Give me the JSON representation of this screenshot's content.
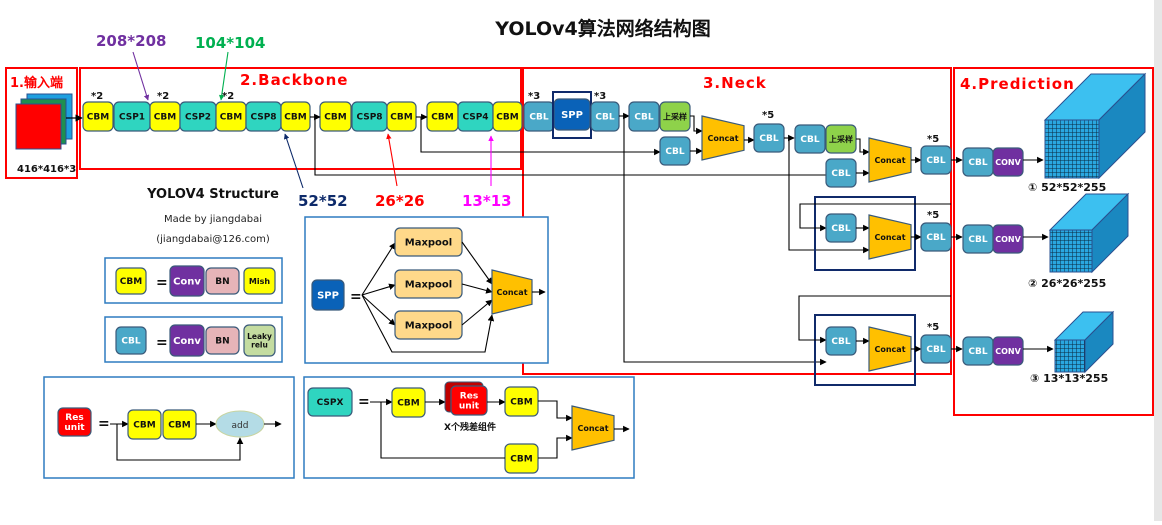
{
  "title": "YOLOv4算法网络结构图",
  "colors": {
    "cbm": "#ffff00",
    "csp": "#2fd5c0",
    "cbl": "#4aa8c8",
    "spp": "#0a62b8",
    "upsample": "#8ed24a",
    "concat": "#ffc000",
    "conv": "#7030a0",
    "bn": "#e6b4b8",
    "mish": "#ffff00",
    "leaky": "#c4dca0",
    "maxpool": "#ffd98a",
    "res": "#ff0000",
    "add": "#b4dce6",
    "section_border": "#ff0000",
    "legend_border": "#2e7cc0",
    "highlight_border": "#102a6a",
    "cube_front": "#2aa7e0",
    "cube_top": "#3cc0f0",
    "cube_side": "#1a88c0"
  },
  "sections": {
    "input": "1.输入端",
    "backbone": "2.Backbone",
    "neck": "3.Neck",
    "prediction": "4.Prediction"
  },
  "input": {
    "size_label": "416*416*3"
  },
  "backbone": {
    "blocks": [
      "CBM",
      "CSP1",
      "CBM",
      "CSP2",
      "CBM",
      "CSP8",
      "CBM",
      "CBM",
      "CSP8",
      "CBM",
      "CBM",
      "CSP4",
      "CBM"
    ],
    "repeat_labels": [
      "*2",
      "*2",
      "*2"
    ],
    "feature_labels": [
      {
        "text": "208*208",
        "color": "#7030a0"
      },
      {
        "text": "104*104",
        "color": "#00b050"
      },
      {
        "text": "52*52",
        "color": "#0d2a6a"
      },
      {
        "text": "26*26",
        "color": "#ff0000"
      },
      {
        "text": "13*13",
        "color": "#ff00ff"
      }
    ]
  },
  "neck": {
    "spp_label": "SPP",
    "cbl_label": "CBL",
    "upsample_label": "上采样",
    "concat_label": "Concat",
    "repeat_3": "*3",
    "repeat_5": "*5"
  },
  "prediction": {
    "cbl_label": "CBL",
    "conv_label": "CONV",
    "outputs": [
      {
        "marker": "①",
        "size": "52*52*255"
      },
      {
        "marker": "②",
        "size": "26*26*255"
      },
      {
        "marker": "③",
        "size": "13*13*255"
      }
    ]
  },
  "info": {
    "structure_title": "YOLOV4 Structure",
    "made_by": "Made by jiangdabai",
    "email": "(jiangdabai@126.com)"
  },
  "legend": {
    "cbm": {
      "name": "CBM",
      "eq": "=",
      "parts": [
        "Conv",
        "BN",
        "Mish"
      ]
    },
    "cbl": {
      "name": "CBL",
      "eq": "=",
      "parts": [
        "Conv",
        "BN",
        "Leaky",
        "relu"
      ]
    },
    "spp": {
      "name": "SPP",
      "eq": "=",
      "maxpool": "Maxpool",
      "concat": "Concat"
    },
    "res": {
      "name_line1": "Res",
      "name_line2": "unit",
      "eq": "=",
      "blocks": [
        "CBM",
        "CBM"
      ],
      "add": "add"
    },
    "cspx": {
      "name": "CSPX",
      "eq": "=",
      "cbm": "CBM",
      "res_line1": "Res",
      "res_line2": "unit",
      "caption": "X个残差组件",
      "concat": "Concat"
    }
  }
}
